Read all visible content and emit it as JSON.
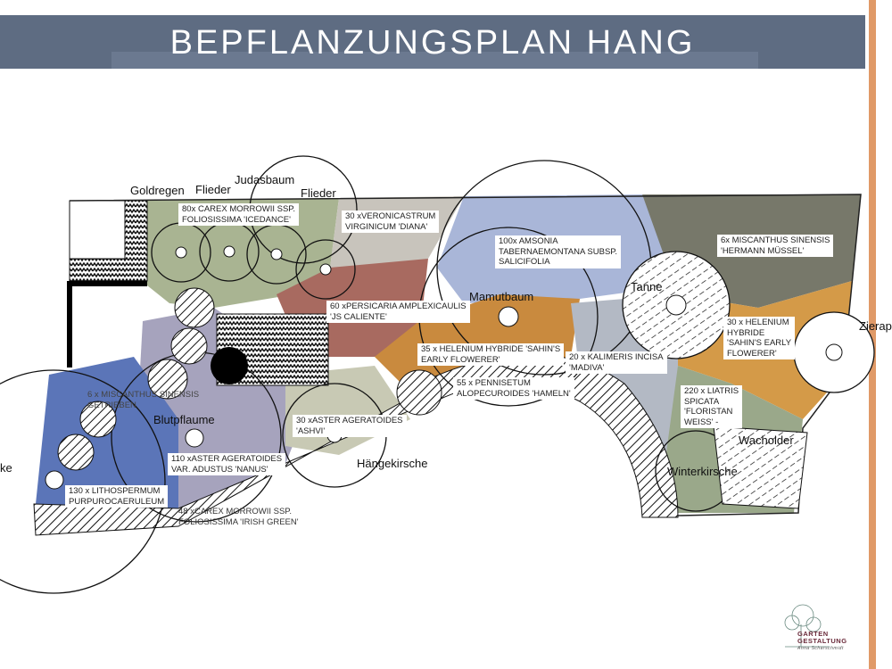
{
  "title": "BEPFLANZUNGSPLAN HANG",
  "colors": {
    "title_bar": "#5e6c82",
    "accent_line": "#e09a68",
    "logo_text": "#6a2a3a"
  },
  "trees": {
    "goldregen": "Goldregen",
    "flieder1": "Flieder",
    "judasbaum": "Judasbaum",
    "flieder2": "Flieder",
    "mamutbaum": "Mamutbaum",
    "tanne": "Tanne",
    "zierapfel": "Zierap",
    "blutpflaume": "Blutpflaume",
    "haengekirsche": "Hängekirsche",
    "wacholder": "Wacholder",
    "winterkirsche": "Winterkirsche",
    "left_cut": "ke"
  },
  "plantings": {
    "carex_icedance": "80x CAREX MORROWII SSP.\nFOLIOSISSIMA 'ICEDANCE'",
    "veronicastrum": "30 xVERONICASTRUM\nVIRGINICUM 'DIANA'",
    "amsonia": "100x  AMSONIA\nTABERNAEMONTANA SUBSP.\nSALICIFOLIA",
    "miscanthus_muessel": "6x MISCANTHUS SINENSIS\n'HERMANN MÜSSEL'",
    "persicaria": "60 xPERSICARIA AMPLEXICAULIS\n'JS CALIENTE'",
    "helenium_35": "35 x HELENIUM HYBRIDE 'SAHIN'S\nEARLY FLOWERER'",
    "kalimeris": "20 x KALIMERIS INCISA\n'MADIVA'",
    "helenium_30": "30 x HELENIUM\nHYBRIDE\n'SAHIN'S EARLY\nFLOWERER'",
    "pennisetum": "55 x PENNISETUM\nALOPECUROIDES 'HAMELN'",
    "liatris": "220 x  LIATRIS\nSPICATA\n'FLORISTAN\nWEISS' -",
    "miscanthus_6": "6 x MISCANTHUS SINENSIS\nGETRIEBEN",
    "aster_ashvi": "30 xASTER AGERATOIDES\n'ASHVI'",
    "aster_nanus": "110 xASTER AGERATOIDES\nVAR. ADUSTUS 'NANUS'",
    "lithospermum": "130 x LITHOSPERMUM\nPURPUROCAERULEUM",
    "carex_irish": "48 xCAREX MORROWII SSP.\nFOLIOSISSIMA 'IRISH GREEN'"
  },
  "logo": {
    "line1": "GARTEN",
    "line2": "GESTALTUNG",
    "signature": "Anna Scharschmidt"
  }
}
